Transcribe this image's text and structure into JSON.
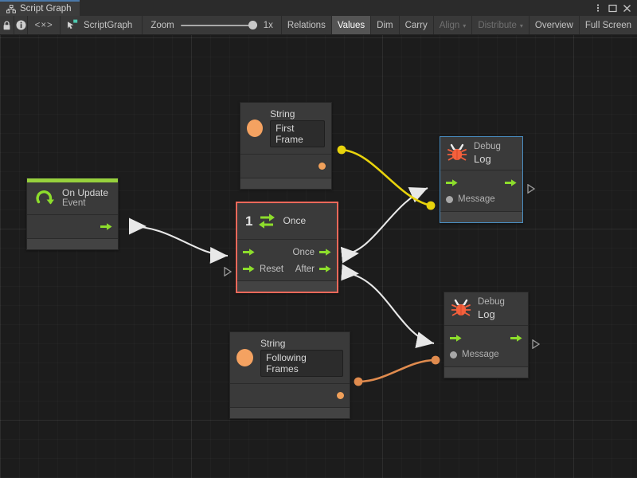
{
  "window": {
    "tab_label": "Script Graph",
    "tab_icon": "graph-icon",
    "menu_icon": "kebab-menu-icon",
    "maximize_icon": "maximize-icon",
    "close_icon": "close-icon"
  },
  "toolbar": {
    "lock_icon": "lock-icon",
    "info_icon": "info-icon",
    "code_label": "<×>",
    "breadcrumb_icon": "scriptgraph-icon",
    "breadcrumb_label": "ScriptGraph",
    "zoom_label": "Zoom",
    "zoom_value": "1x",
    "buttons": [
      {
        "label": "Relations",
        "state": "normal"
      },
      {
        "label": "Values",
        "state": "active"
      },
      {
        "label": "Dim",
        "state": "normal"
      },
      {
        "label": "Carry",
        "state": "normal"
      },
      {
        "label": "Align",
        "state": "dim",
        "caret": "▾"
      },
      {
        "label": "Distribute",
        "state": "dim",
        "caret": "▾"
      },
      {
        "label": "Overview",
        "state": "normal"
      },
      {
        "label": "Full Screen",
        "state": "normal"
      }
    ]
  },
  "graph": {
    "nodes": {
      "on_update": {
        "title": "On Update",
        "subtitle": "Event",
        "icon": "update-loop-icon",
        "accent": "#97d13d",
        "selected": false
      },
      "string_first": {
        "title": "String",
        "value": "First Frame",
        "icon": "string-value-icon",
        "selected": false
      },
      "string_following": {
        "title": "String",
        "value": "Following Frames",
        "icon": "string-value-icon",
        "selected": false
      },
      "once": {
        "title": "Once",
        "counter": "1",
        "icon": "once-cycle-icon",
        "selected": true,
        "selection_color": "#f3685a",
        "in_flow": "",
        "in_reset": "Reset",
        "out_once": "Once",
        "out_after": "After"
      },
      "debug_log_top": {
        "title_line1": "Debug",
        "title_line2": "Log",
        "icon": "bug-icon",
        "message_label": "Message",
        "selected": true,
        "selection_color": "#4a8ec2"
      },
      "debug_log_bottom": {
        "title_line1": "Debug",
        "title_line2": "Log",
        "icon": "bug-icon",
        "message_label": "Message",
        "selected": false
      }
    },
    "wire_colors": {
      "flow": "#e8e8e8",
      "value_yellow": "#e8d30c",
      "value_orange": "#e08b4e"
    }
  }
}
